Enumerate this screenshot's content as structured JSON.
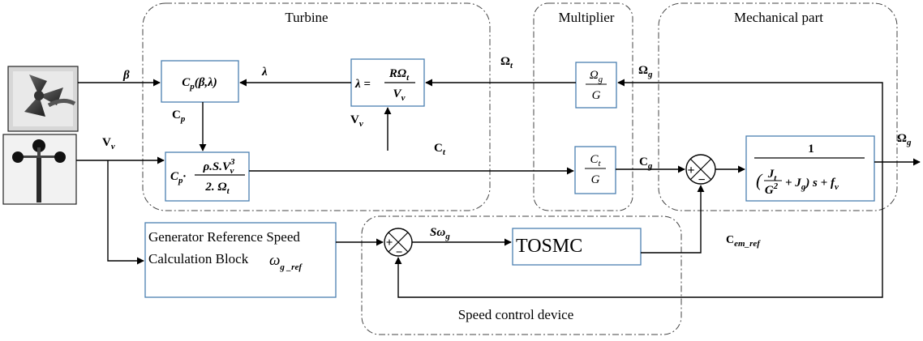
{
  "groups": {
    "turbine": "Turbine",
    "multiplier": "Multiplier",
    "mechanical": "Mechanical part",
    "speed_control": "Speed control device"
  },
  "blocks": {
    "cp_func": {
      "base": "C",
      "sub": "p",
      "args": "(β,λ)"
    },
    "lambda_eq": {
      "lhs": "λ =",
      "num": "RΩ",
      "num_sub": "t",
      "den": "V",
      "den_sub": "v"
    },
    "torque_eq": {
      "prefix": "C",
      "prefix_sub": "p",
      "num": "ρ.S.V",
      "num_sup": "3",
      "num_sub": "v",
      "den": "2. Ω",
      "den_sub": "t"
    },
    "omega_div": {
      "num": "Ω",
      "num_sub": "g",
      "den": "G"
    },
    "ct_div": {
      "num": "C",
      "num_sub": "t",
      "den": "G"
    },
    "transfer": {
      "num": "1",
      "den_a": "J",
      "den_a_sub": "t",
      "den_b": "G",
      "den_b_sup": "2",
      "den_c": "+ J",
      "den_c_sub": "g",
      "den_tail": ") s + f",
      "den_tail_sub": "v"
    },
    "tosmc": "TOSMC",
    "reference_line1": "Generator Reference Speed",
    "reference_line2": "Calculation Block",
    "reference_sym": "ω",
    "reference_sub": "g _ref"
  },
  "signals": {
    "beta": "β",
    "lambda": "λ",
    "cp": {
      "base": "C",
      "sub": "p"
    },
    "vv_input": {
      "base": "V",
      "sub": "v"
    },
    "vv_lambda": {
      "base": "V",
      "sub": "v"
    },
    "ct": {
      "base": "C",
      "sub": "t"
    },
    "cg": {
      "base": "C",
      "sub": "g"
    },
    "omega_t": {
      "base": "Ω",
      "sub": "t"
    },
    "omega_g_feedback": {
      "base": "Ω",
      "sub": "g"
    },
    "omega_g_output": {
      "base": "Ω",
      "sub": "g"
    },
    "s_omega": {
      "base": "Sω",
      "sub": "g"
    },
    "cem_ref": {
      "base": "C",
      "sub": "em_ref"
    }
  },
  "summing": {
    "torque_plus": "+",
    "torque_minus": "−",
    "speed_plus": "+",
    "speed_minus": "−"
  }
}
